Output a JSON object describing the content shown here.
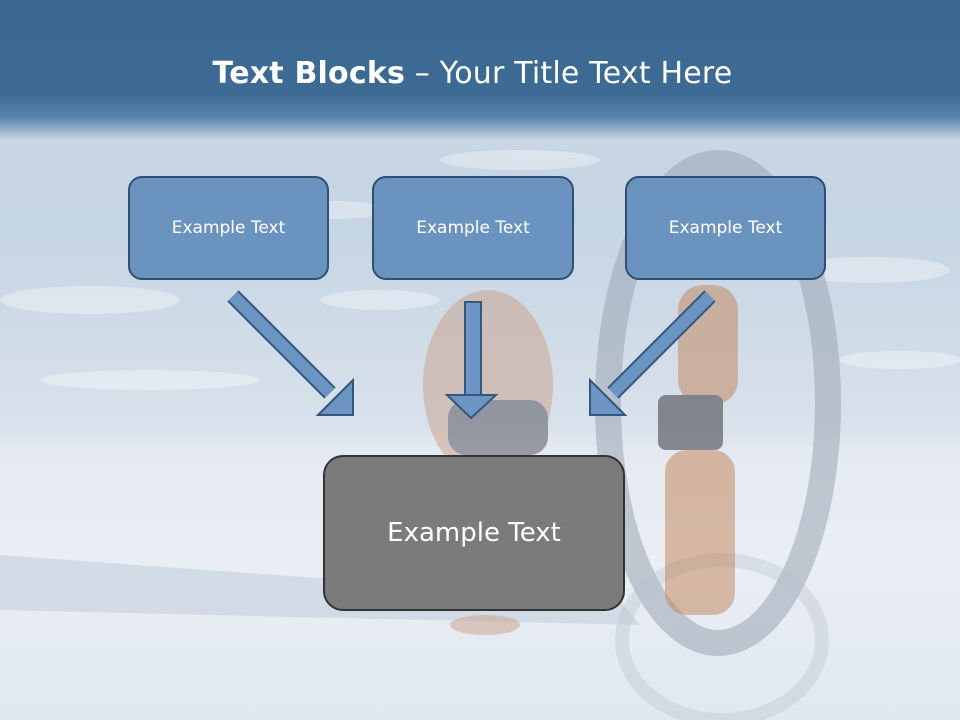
{
  "slide": {
    "title_bold": "Text Blocks",
    "title_rest": " – Your Title Text Here",
    "boxes": [
      {
        "label": "Example Text"
      },
      {
        "label": "Example Text"
      },
      {
        "label": "Example Text"
      }
    ],
    "main_box": {
      "label": "Example Text"
    }
  },
  "colors": {
    "header_blue": "#3d6b94",
    "box_fill": "#6b93c0",
    "box_border": "#2f4f73",
    "main_box_fill": "#7b7b7b",
    "arrow_fill": "#6d95c3"
  }
}
